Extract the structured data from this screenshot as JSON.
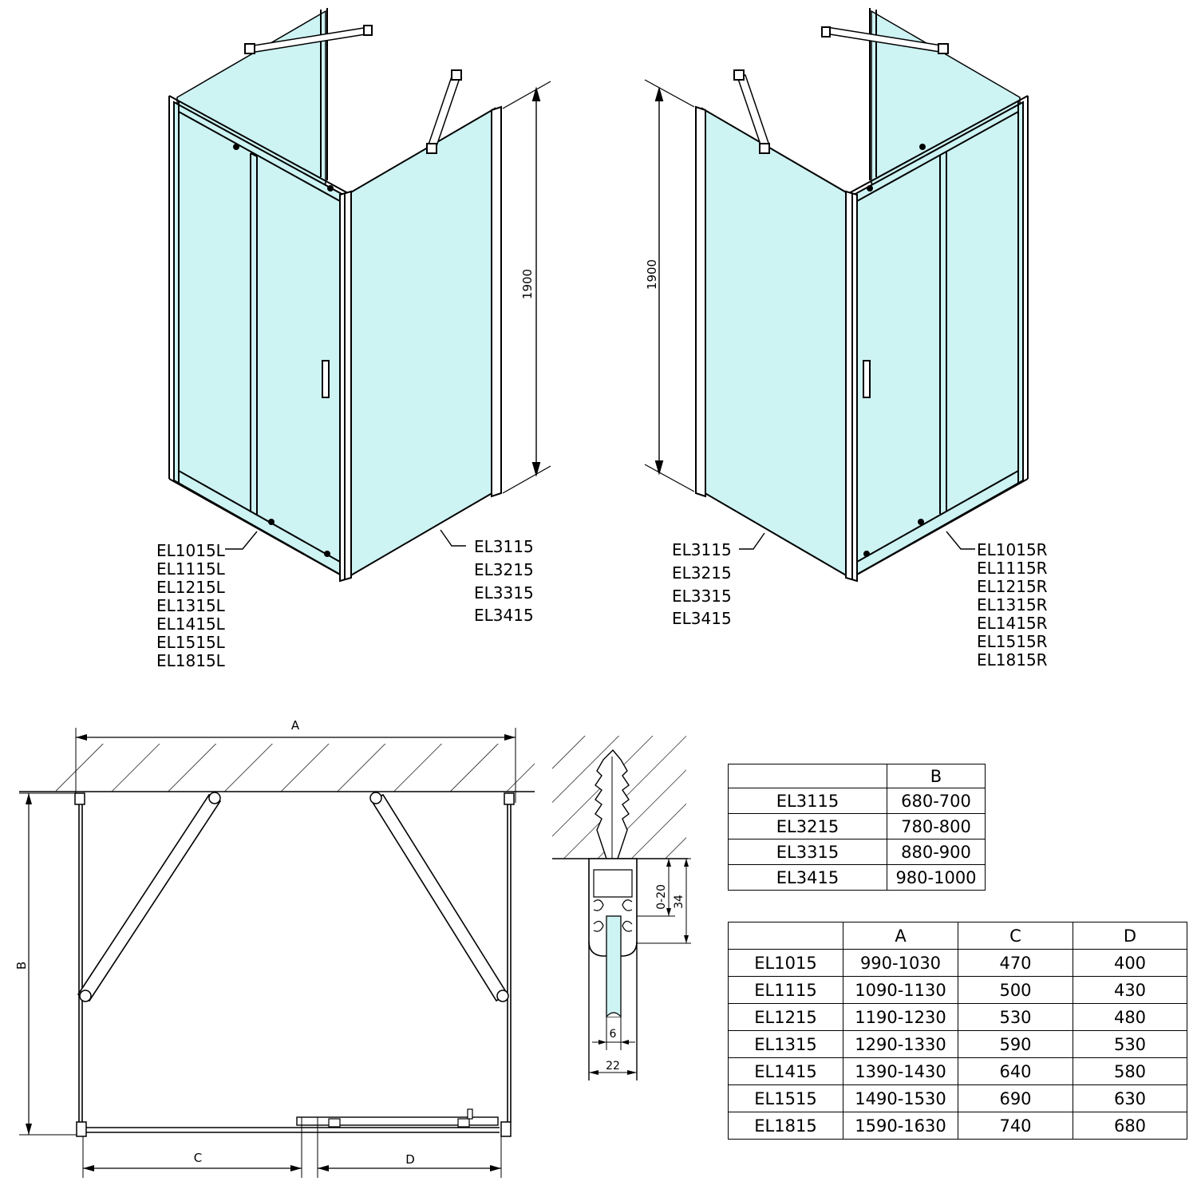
{
  "iso_left": {
    "height_label": "1900",
    "door_codes": [
      "EL1015L",
      "EL1115L",
      "EL1215L",
      "EL1315L",
      "EL1415L",
      "EL1515L",
      "EL1815L"
    ],
    "side_codes": [
      "EL3115",
      "EL3215",
      "EL3315",
      "EL3415"
    ]
  },
  "iso_right": {
    "height_label": "1900",
    "side_codes": [
      "EL3115",
      "EL3215",
      "EL3315",
      "EL3415"
    ],
    "door_codes": [
      "EL1015R",
      "EL1115R",
      "EL1215R",
      "EL1315R",
      "EL1415R",
      "EL1515R",
      "EL1815R"
    ]
  },
  "plan": {
    "label_a": "A",
    "label_b": "B",
    "label_c": "C",
    "label_d": "D"
  },
  "profile": {
    "dim_adjust": "0-20",
    "dim_depth": "34",
    "dim_glass": "6",
    "dim_width": "22"
  },
  "table_b": {
    "headers": [
      "",
      "B"
    ],
    "rows": [
      [
        "EL3115",
        "680-700"
      ],
      [
        "EL3215",
        "780-800"
      ],
      [
        "EL3315",
        "880-900"
      ],
      [
        "EL3415",
        "980-1000"
      ]
    ]
  },
  "table_acd": {
    "headers": [
      "",
      "A",
      "C",
      "D"
    ],
    "rows": [
      [
        "EL1015",
        "990-1030",
        "470",
        "400"
      ],
      [
        "EL1115",
        "1090-1130",
        "500",
        "430"
      ],
      [
        "EL1215",
        "1190-1230",
        "530",
        "480"
      ],
      [
        "EL1315",
        "1290-1330",
        "590",
        "530"
      ],
      [
        "EL1415",
        "1390-1430",
        "640",
        "580"
      ],
      [
        "EL1515",
        "1490-1530",
        "690",
        "630"
      ],
      [
        "EL1815",
        "1590-1630",
        "740",
        "680"
      ]
    ]
  },
  "colors": {
    "glass": "#cdf3f3",
    "line": "#000000"
  }
}
